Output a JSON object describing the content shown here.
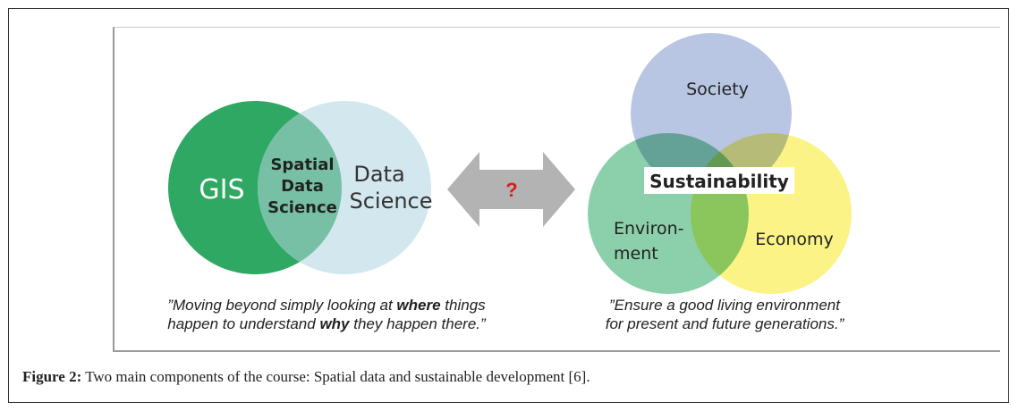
{
  "left_venn": {
    "gis": "GIS",
    "overlap": [
      "Spatial",
      "Data",
      "Science"
    ],
    "data_science": [
      "Data",
      "Science"
    ],
    "quote": {
      "p1": "”Moving beyond simply looking at ",
      "b1": "where",
      "p2": " things",
      "p3": "happen to understand ",
      "b2": "why",
      "p4": " they happen there.”"
    }
  },
  "arrow": {
    "label": "?",
    "label_color": "#d42020"
  },
  "right_venn": {
    "society": "Society",
    "environment": [
      "Environ-",
      "ment"
    ],
    "economy": "Economy",
    "center": "Sustainability",
    "quote": [
      "”Ensure a good living environment",
      "for present and future generations.”"
    ]
  },
  "caption": {
    "label": "Figure 2:",
    "text": " Two main components of the course: Spatial data and sustainable development [6]."
  },
  "colors": {
    "gis": "#2ea862",
    "data_science": "#d3e7ee",
    "society": "#b8c6e3",
    "environment": "#7ecba1",
    "economy": "#fcf27a",
    "arrow": "#b3b3b3"
  }
}
